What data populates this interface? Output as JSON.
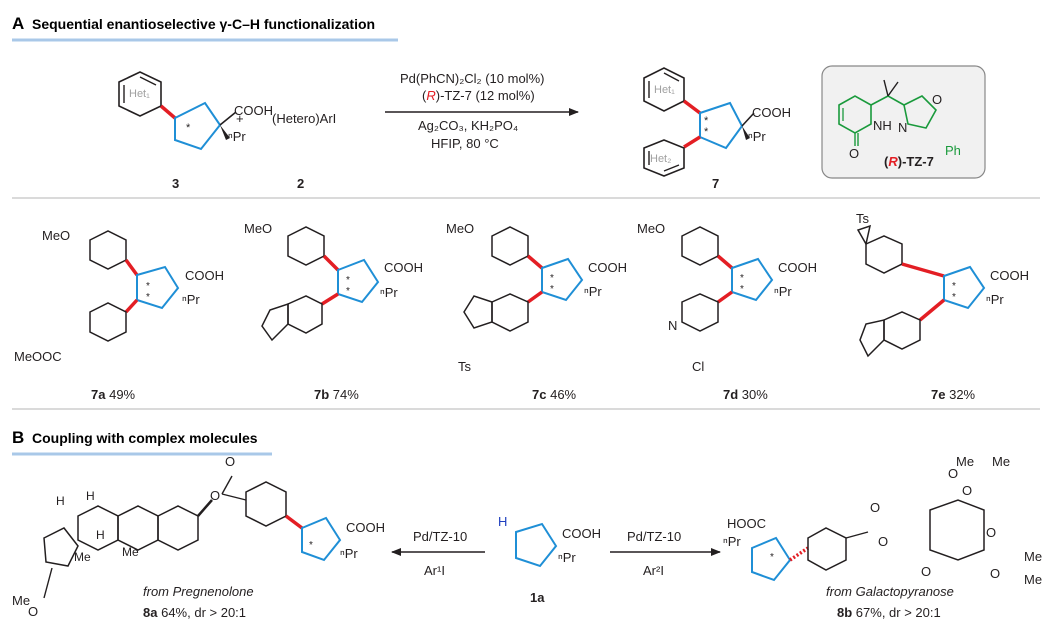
{
  "section_a": {
    "letter": "A",
    "title": "Sequential enantioselective γ-C–H functionalization"
  },
  "section_b": {
    "letter": "B",
    "title": "Coupling with complex molecules"
  },
  "scheme_a": {
    "plus": "+",
    "reactant_3": "3",
    "reactant_2": "2",
    "aryl_iodide": "(Hetero)ArI",
    "product_7": "7",
    "cond_line1": "Pd(PhCN)₂Cl₂ (10 mol%)",
    "cond_line2_a": "(",
    "cond_line2_r": "R",
    "cond_line2_b": ")-TZ-7 (12 mol%)",
    "cond_line3": "Ag₂CO₃, KH₂PO₄",
    "cond_line4": "HFIP, 80 °C",
    "ligand_name_a": "(",
    "ligand_name_r": "R",
    "ligand_name_b": ")-TZ-7",
    "atoms": {
      "cooh": "COOH",
      "npr": "ⁿPr",
      "het1": "Het₁",
      "het2": "Het₂",
      "star": "*",
      "nh": "NH",
      "n": "N",
      "o": "O",
      "ph": "Ph"
    }
  },
  "products": [
    {
      "id": "7a",
      "yield": "49%",
      "sub_top": "MeO",
      "sub_bottom": "MeOOC"
    },
    {
      "id": "7b",
      "yield": "74%",
      "sub_top": "MeO"
    },
    {
      "id": "7c",
      "yield": "46%",
      "sub_top": "MeO",
      "sub_bottom": "Ts"
    },
    {
      "id": "7d",
      "yield": "30%",
      "sub_top": "MeO",
      "sub_bottom": "Cl"
    },
    {
      "id": "7e",
      "yield": "32%",
      "sub_top": "Ts"
    }
  ],
  "scheme_b": {
    "left_conditions": [
      "Pd/TZ-10",
      "Ar¹I"
    ],
    "right_conditions": [
      "Pd/TZ-10",
      "Ar²I"
    ],
    "center_id": "1a",
    "center_h": "H",
    "left_source": "from Pregnenolone",
    "right_source": "from Galactopyranose",
    "left_product": {
      "id": "8a",
      "text": "64%, dr > 20:1"
    },
    "right_product": {
      "id": "8b",
      "text": "67%, dr > 20:1"
    },
    "atoms": {
      "hooc": "HOOC",
      "me": "Me",
      "h": "H",
      "o": "O"
    }
  },
  "colors": {
    "ring": "#1f8fd6",
    "bond_red": "#e31e24",
    "ligand_green": "#1a9a3c",
    "heading_rule": "#a9c8e8",
    "ligand_box": "#f1f1f1",
    "divider": "#b5b5b5",
    "h_blue": "#1f3fbf"
  }
}
